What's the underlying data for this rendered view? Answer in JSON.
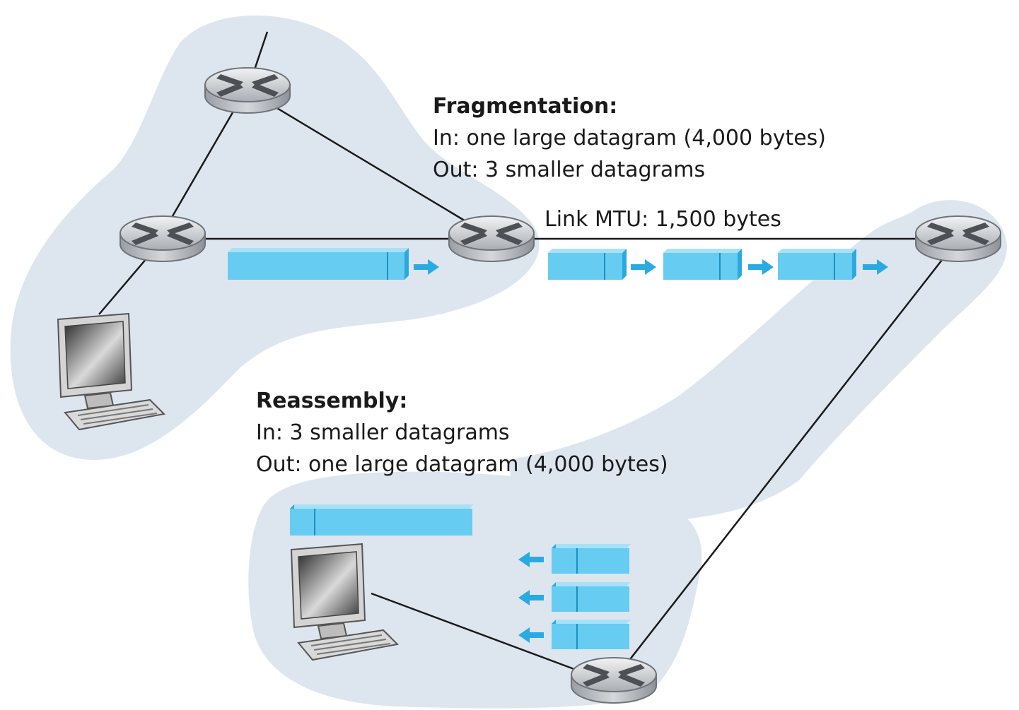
{
  "fragmentation": {
    "heading": "Fragmentation:",
    "in": "In: one large datagram (4,000 bytes)",
    "out": "Out: 3 smaller datagrams"
  },
  "link": {
    "mtu_label": "Link MTU: 1,500 bytes"
  },
  "reassembly": {
    "heading": "Reassembly:",
    "in": "In: 3 smaller datagrams",
    "out": "Out: one large datagram (4,000 bytes)"
  },
  "icons": [
    "router-icon",
    "computer-icon",
    "datagram-icon",
    "arrow-right-icon",
    "arrow-left-icon"
  ],
  "colors": {
    "network_blob": "#dde6ef",
    "datagram_fill": "#66ccf2",
    "datagram_dark": "#2aa9de",
    "arrow": "#29abe2",
    "link_line": "#1a1a1a",
    "router_body": "#b9bcc0"
  }
}
